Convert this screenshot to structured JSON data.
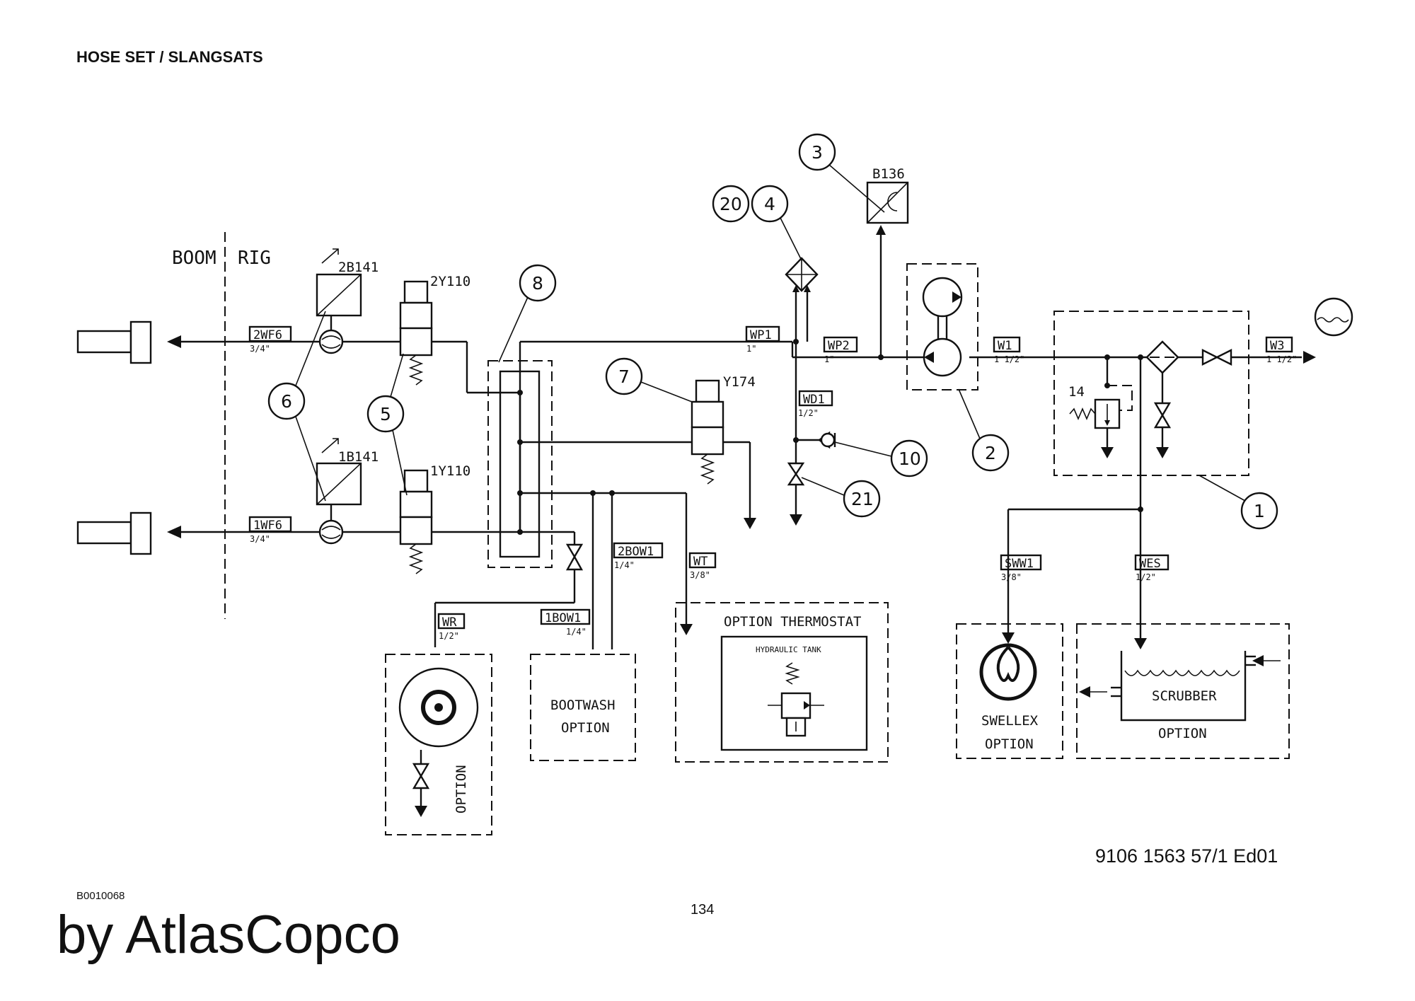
{
  "title": "HOSE SET / SLANGSATS",
  "doc_number": "9106 1563 57/1  Ed01",
  "ref_code": "B0010068",
  "page_number": "134",
  "brand": "by AtlasCopco",
  "zones": {
    "left": "BOOM",
    "right": "RIG"
  },
  "callouts": [
    "1",
    "2",
    "3",
    "4",
    "5",
    "6",
    "7",
    "8",
    "10",
    "20",
    "21"
  ],
  "components": {
    "sensor_top": "2B141",
    "sensor_bottom": "1B141",
    "valve_top": "2Y110",
    "valve_bottom": "1Y110",
    "valve_mid": "Y174",
    "pressure_sensor": "B136",
    "relief": "14"
  },
  "hoses": [
    {
      "tag": "2WF6",
      "size": "3/4\""
    },
    {
      "tag": "1WF6",
      "size": "3/4\""
    },
    {
      "tag": "WP1",
      "size": "1\""
    },
    {
      "tag": "WP2",
      "size": "1\""
    },
    {
      "tag": "WD1",
      "size": "1/2\""
    },
    {
      "tag": "W1",
      "size": "1 1/2\""
    },
    {
      "tag": "W3",
      "size": "1 1/2\""
    },
    {
      "tag": "2BOW1",
      "size": "1/4\""
    },
    {
      "tag": "1BOW1",
      "size": "1/4\""
    },
    {
      "tag": "WT",
      "size": "3/8\""
    },
    {
      "tag": "WR",
      "size": "1/2\""
    },
    {
      "tag": "SWW1",
      "size": "3/8\""
    },
    {
      "tag": "WES",
      "size": "1/2\""
    }
  ],
  "options": {
    "thermostat_title": "OPTION  THERMOSTAT",
    "hydraulic_tank": "HYDRAULIC TANK",
    "bootwash_1": "BOOTWASH",
    "bootwash_2": "OPTION",
    "swellex_1": "SWELLEX",
    "swellex_2": "OPTION",
    "scrubber": "SCRUBBER",
    "scrubber_option": "OPTION",
    "reel_option": "OPTION"
  }
}
